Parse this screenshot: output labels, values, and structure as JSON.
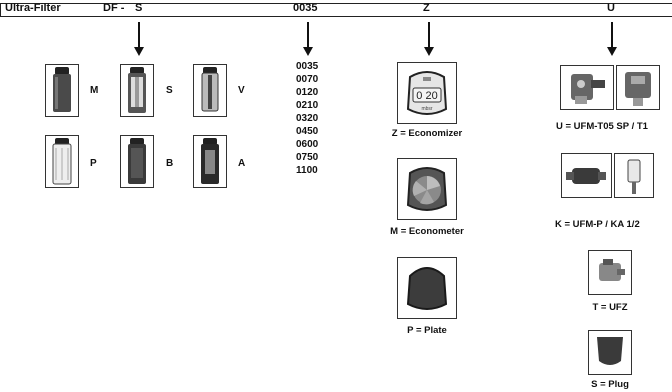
{
  "header": {
    "product": "Ultra-Filter",
    "series": "DF -",
    "element_code": "S",
    "size_code": "0035",
    "indicator_code": "Z",
    "accessory_code": "U"
  },
  "elements": [
    "M",
    "S",
    "V",
    "P",
    "B",
    "A"
  ],
  "sizes": [
    "0035",
    "0070",
    "0120",
    "0210",
    "0320",
    "0450",
    "0600",
    "0750",
    "1100"
  ],
  "indicators": [
    {
      "label": "Z = Economizer",
      "icon": "economizer-icon",
      "display": "0 20",
      "brand": "mbsr"
    },
    {
      "label": "M = Econometer",
      "icon": "econometer-icon"
    },
    {
      "label": "P = Plate",
      "icon": "plate-icon"
    }
  ],
  "accessories": [
    {
      "label": "U = UFM-T05 SP / T1"
    },
    {
      "label": "K = UFM-P / KA 1/2"
    },
    {
      "label": "T = UFZ"
    },
    {
      "label": "S = Plug"
    }
  ]
}
